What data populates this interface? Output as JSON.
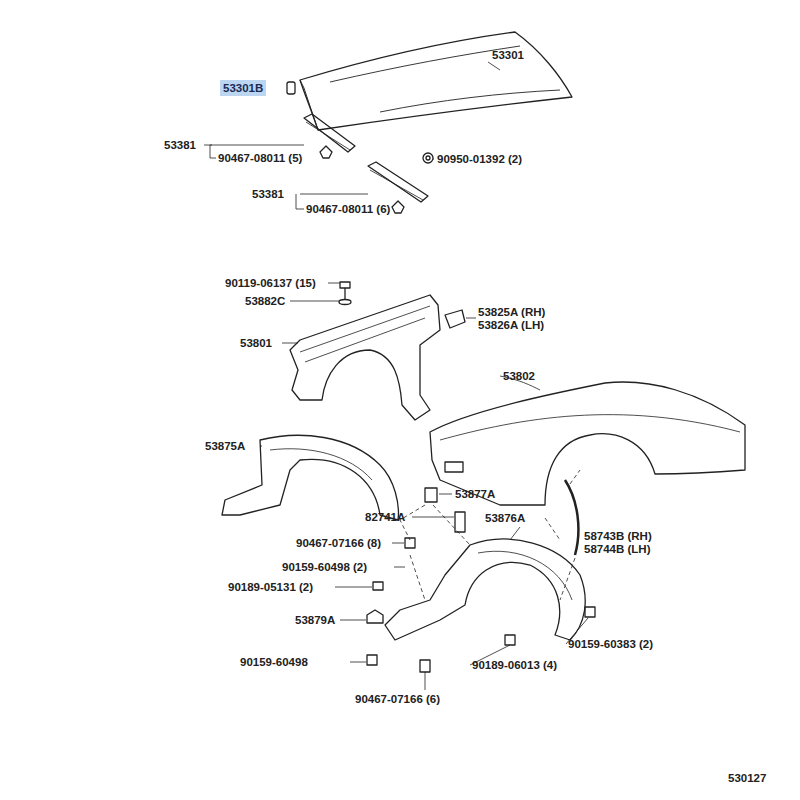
{
  "diagram": {
    "nodes": [
      {
        "text": [
          "53301B"
        ]
      }
    ],
    "labels": [
      "53301",
      "53381",
      "90467-08011 (5)",
      "90950-01392 (2)",
      "53381",
      "90467-08011 (6)",
      "90119-06137 (15)",
      "53882C",
      "53825A (RH)",
      "53826A (LH)",
      "53801",
      "53802",
      "53875A",
      "53877A",
      "82741A",
      "53876A",
      "58743B (RH)",
      "58744B (LH)",
      "90467-07166 (8)",
      "90159-60498 (2)",
      "90189-05131 (2)",
      "53879A",
      "90159-60383 (2)",
      "90159-60498",
      "90189-06013 (4)",
      "90467-07166 (6)",
      "530127"
    ]
  }
}
